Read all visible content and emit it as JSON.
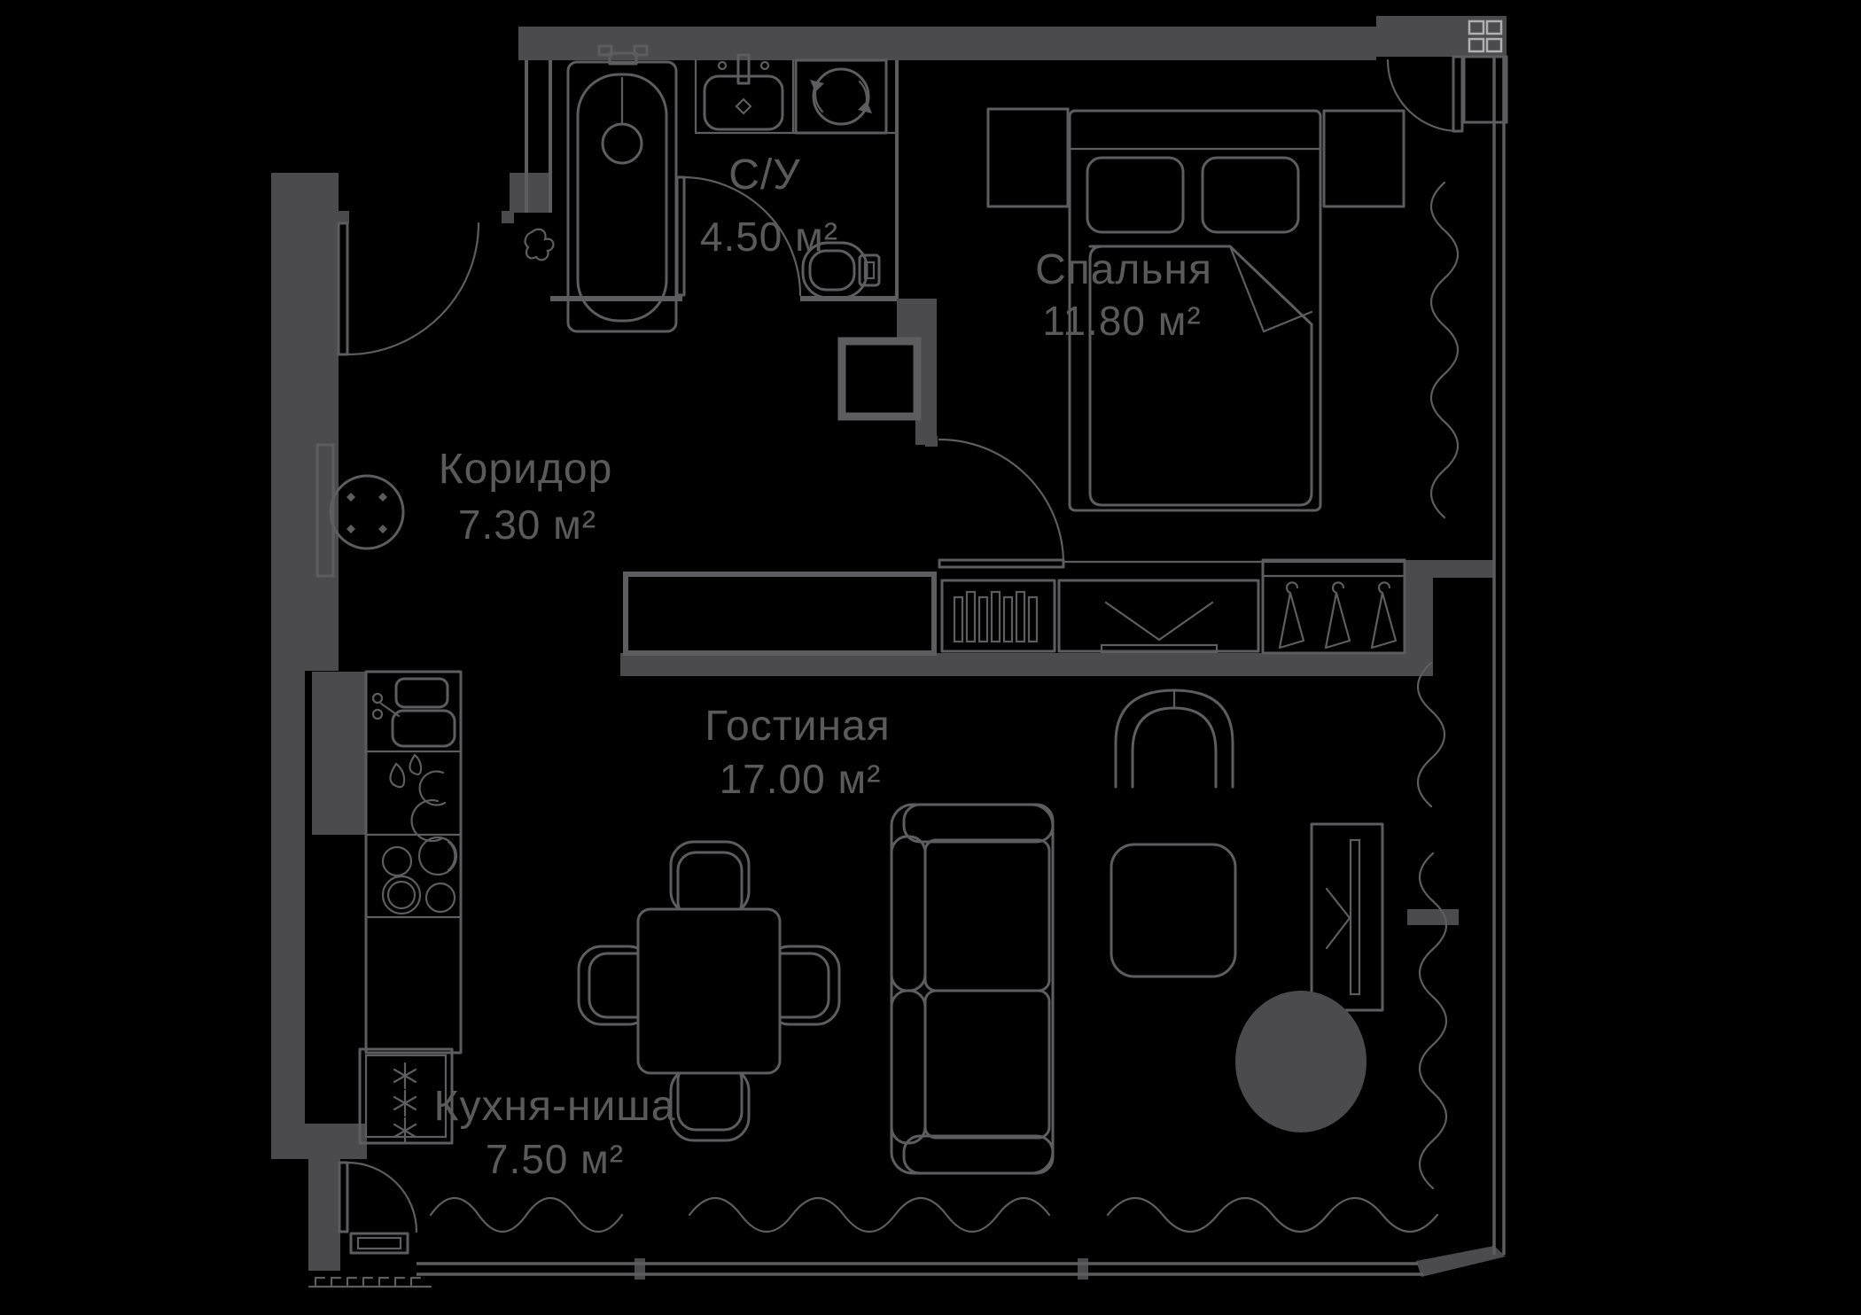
{
  "plan": {
    "type": "apartment-floor-plan",
    "language": "ru",
    "rooms": [
      {
        "key": "bathroom",
        "name": "С/У",
        "area": "4.50 м²"
      },
      {
        "key": "bedroom",
        "name": "Спальня",
        "area": "11.80 м²"
      },
      {
        "key": "corridor",
        "name": "Коридор",
        "area": "7.30 м²"
      },
      {
        "key": "living-room",
        "name": "Гостиная",
        "area": "17.00 м²"
      },
      {
        "key": "kitchen-niche",
        "name": "Кухня-ниша",
        "area": "7.50 м²"
      }
    ],
    "fixtures": [
      "bathtub",
      "bathroom-sink",
      "washing-machine",
      "toilet",
      "ventilation-shaft",
      "entrance-door",
      "bathroom-door",
      "bedroom-door",
      "balcony-door-bedroom",
      "balcony-door-kitchen",
      "console-table",
      "round-table",
      "coat-hook",
      "double-bed",
      "pillows",
      "blanket",
      "nightstand-left",
      "nightstand-right",
      "storage-cabinet",
      "shoe-rack",
      "bench",
      "wardrobe-hangers",
      "kitchen-cabinet",
      "kitchen-sink",
      "kettle",
      "cooktop",
      "refrigerator",
      "dining-table",
      "dining-chairs",
      "sofa",
      "armchair",
      "coffee-table",
      "tv-stand",
      "pouf",
      "curtains",
      "window-wall-right",
      "window-wall-bottom"
    ],
    "colors": {
      "background": "#000000",
      "wall": "#4b4b4d",
      "outline": "#5d5d5f",
      "label": "#5a5a5a"
    }
  }
}
